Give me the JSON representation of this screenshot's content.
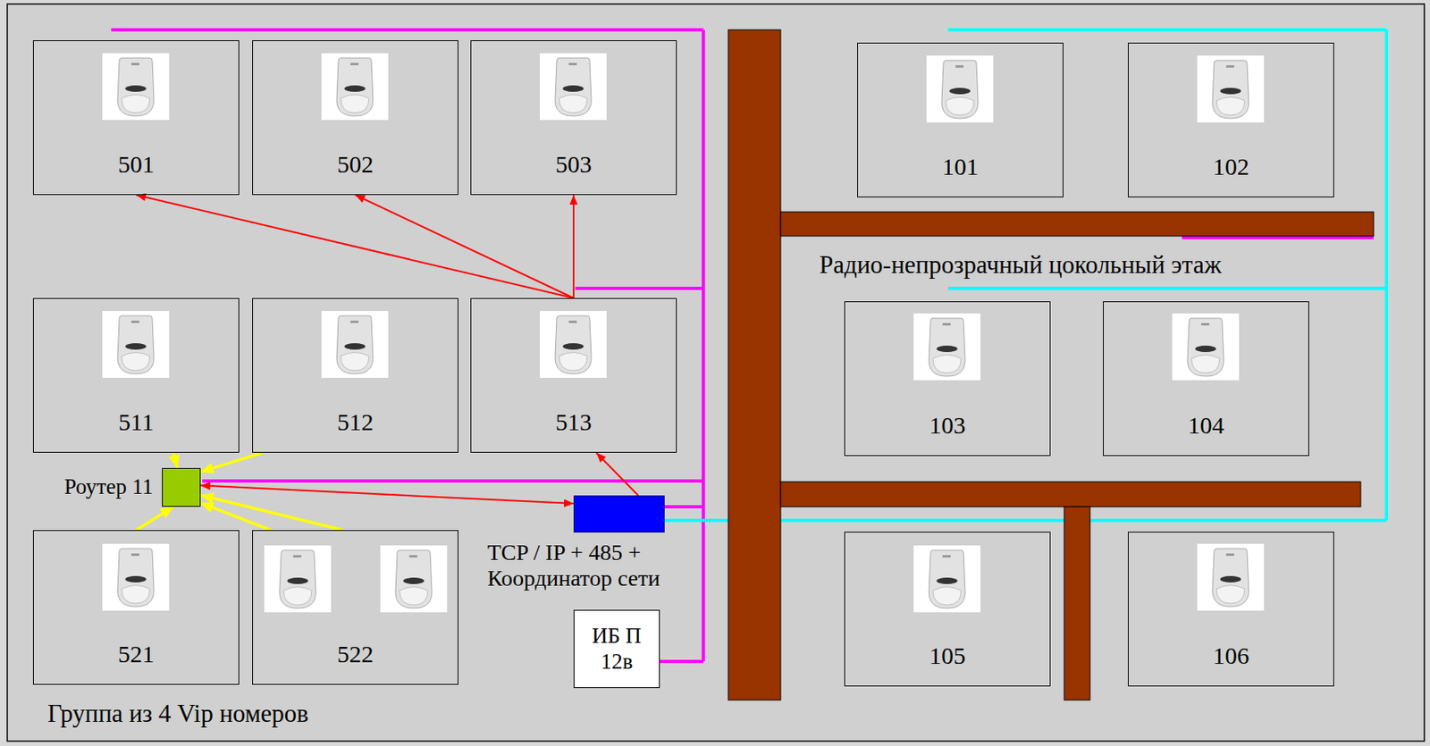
{
  "diagram": {
    "nodes": [
      {
        "text": [
          "501"
        ]
      },
      {
        "text": [
          "502"
        ]
      },
      {
        "text": [
          "503"
        ]
      },
      {
        "text": [
          "101"
        ]
      },
      {
        "text": [
          "102"
        ]
      },
      {
        "text": [
          "511"
        ]
      },
      {
        "text": [
          "512"
        ]
      },
      {
        "text": [
          "513"
        ]
      },
      {
        "text": [
          "103"
        ]
      },
      {
        "text": [
          "104"
        ]
      },
      {
        "text": [
          "Роутер 11"
        ]
      },
      {
        "text": [
          "TCP / IP + 485 + Координатор сети"
        ]
      },
      {
        "text": [
          "521"
        ]
      },
      {
        "text": [
          "522"
        ]
      },
      {
        "text": [
          "105"
        ]
      },
      {
        "text": [
          "106"
        ]
      },
      {
        "text": [
          "ИБ П 12в"
        ]
      }
    ],
    "edges": [
      {
        "from": 7,
        "to": 0,
        "arrow": "to"
      },
      {
        "from": 7,
        "to": 1,
        "arrow": "to"
      },
      {
        "from": 7,
        "to": 2,
        "arrow": "to"
      },
      {
        "from": 11,
        "to": 7,
        "arrow": "to"
      },
      {
        "from": 10,
        "to": 11,
        "arrow": "both"
      },
      {
        "from": 5,
        "to": 10,
        "arrow": "to"
      },
      {
        "from": 6,
        "to": 10,
        "arrow": "to"
      },
      {
        "from": 12,
        "to": 10,
        "arrow": "to"
      },
      {
        "from": 13,
        "to": 10,
        "arrow": "to"
      },
      {
        "from": 13,
        "to": 10,
        "arrow": "to"
      }
    ],
    "labels": [
      "Радио-непрозрачный цокольный этаж",
      "Группа из 4 Vip номеров"
    ]
  }
}
